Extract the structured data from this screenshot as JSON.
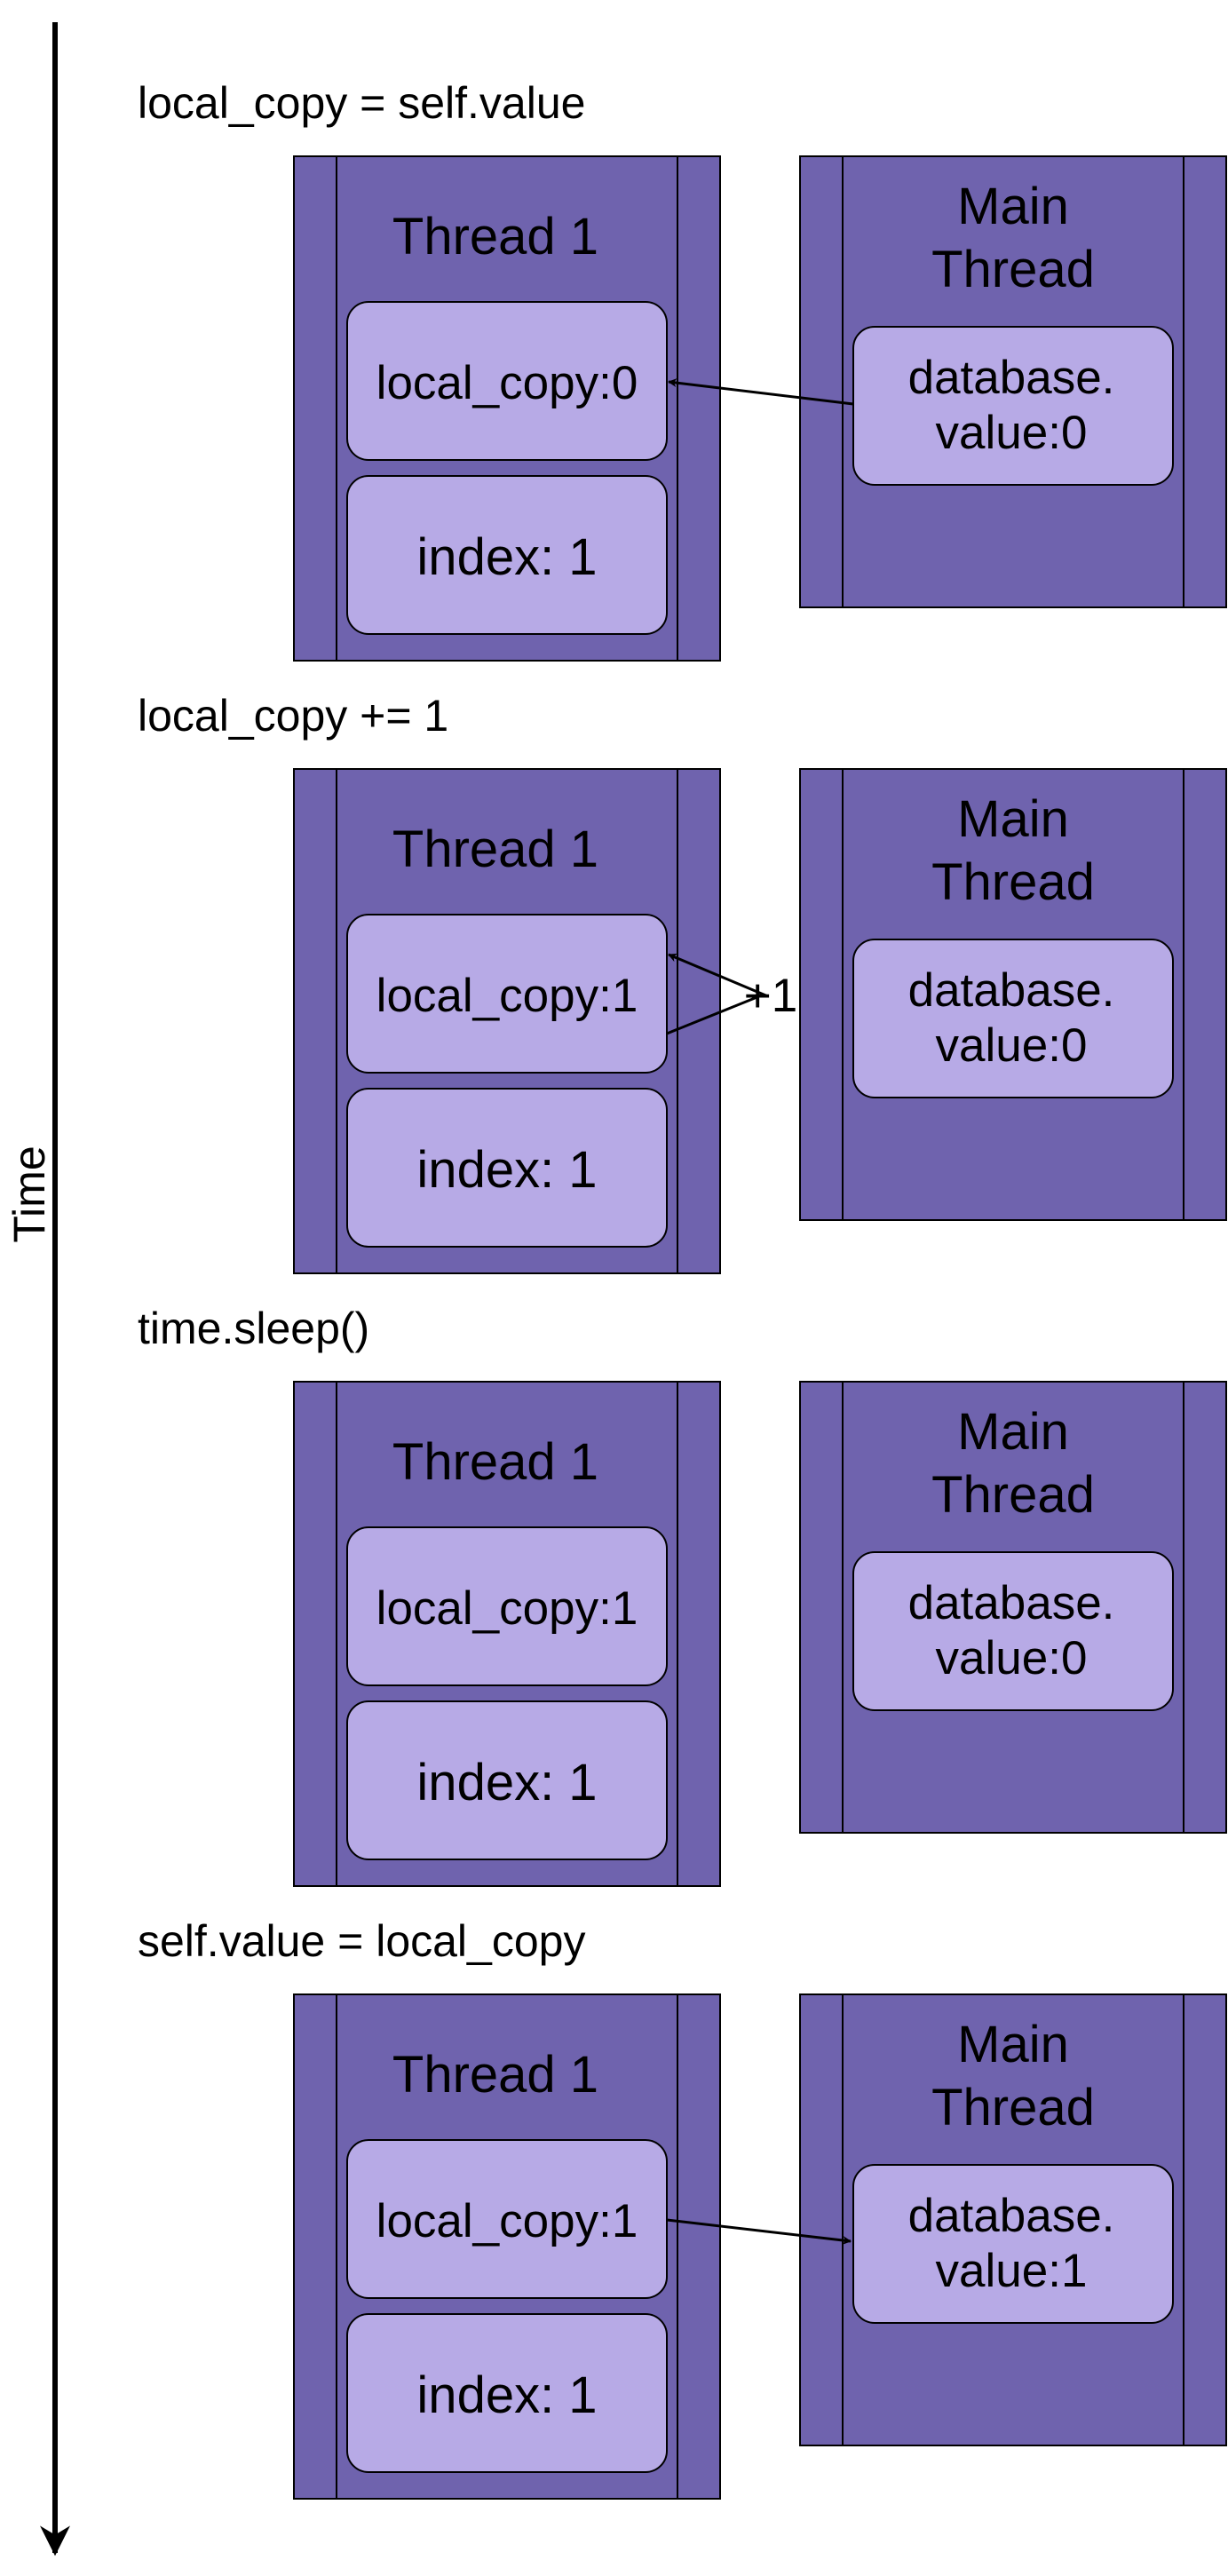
{
  "colors": {
    "frame_fill": "#6f63ae",
    "cell_fill": "#b7aae6",
    "stroke": "#000000",
    "background": "#ffffff"
  },
  "axis": {
    "label": "Time"
  },
  "steps": [
    {
      "label": "local_copy = self.value",
      "thread": {
        "title": "Thread 1",
        "local_copy": "local_copy:0",
        "index": "index: 1"
      },
      "main": {
        "title_line1": "Main",
        "title_line2": "Thread",
        "value_line1": "database.",
        "value_line2": "value:0"
      },
      "arrow": "main-to-thread"
    },
    {
      "label": "local_copy += 1",
      "thread": {
        "title": "Thread 1",
        "local_copy": "local_copy:1",
        "index": "index: 1"
      },
      "main": {
        "title_line1": "Main",
        "title_line2": "Thread",
        "value_line1": "database.",
        "value_line2": "value:0"
      },
      "arrow": "increment",
      "increment_label": "+1"
    },
    {
      "label": "time.sleep()",
      "thread": {
        "title": "Thread 1",
        "local_copy": "local_copy:1",
        "index": "index: 1"
      },
      "main": {
        "title_line1": "Main",
        "title_line2": "Thread",
        "value_line1": "database.",
        "value_line2": "value:0"
      },
      "arrow": "none"
    },
    {
      "label": "self.value = local_copy",
      "thread": {
        "title": "Thread 1",
        "local_copy": "local_copy:1",
        "index": "index: 1"
      },
      "main": {
        "title_line1": "Main",
        "title_line2": "Thread",
        "value_line1": "database.",
        "value_line2": "value:1"
      },
      "arrow": "thread-to-main"
    }
  ]
}
